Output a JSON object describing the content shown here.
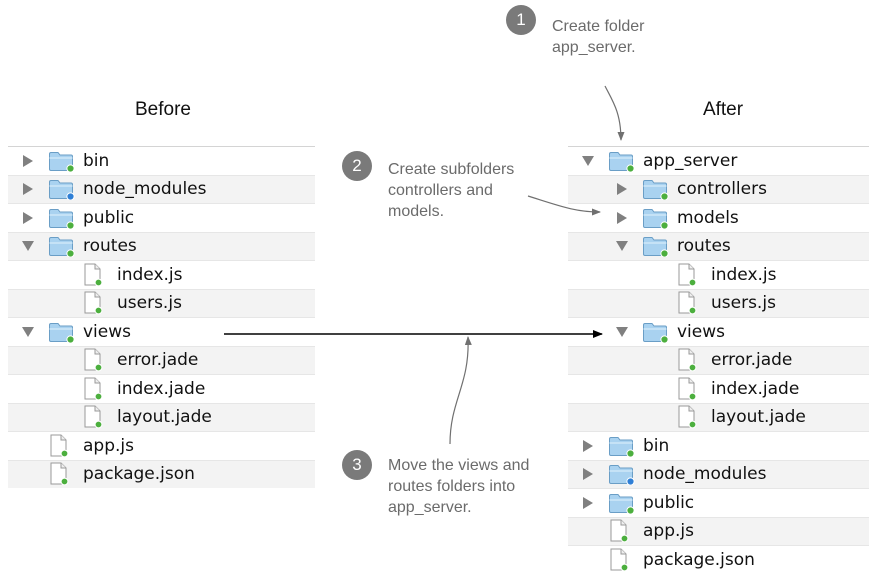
{
  "headings": {
    "before": "Before",
    "after": "After"
  },
  "steps": [
    {
      "number": "1",
      "text": "Create folder app_server."
    },
    {
      "number": "2",
      "text": "Create subfolders controllers and models."
    },
    {
      "number": "3",
      "text": "Move the views and routes folders into app_server."
    }
  ],
  "before_tree": [
    {
      "label": "bin",
      "type": "folder",
      "level": 0,
      "toggle": "collapsed"
    },
    {
      "label": "node_modules",
      "type": "folder-blue-badge",
      "level": 0,
      "toggle": "collapsed"
    },
    {
      "label": "public",
      "type": "folder",
      "level": 0,
      "toggle": "collapsed"
    },
    {
      "label": "routes",
      "type": "folder",
      "level": 0,
      "toggle": "expanded"
    },
    {
      "label": "index.js",
      "type": "file",
      "level": 1,
      "toggle": "none"
    },
    {
      "label": "users.js",
      "type": "file",
      "level": 1,
      "toggle": "none"
    },
    {
      "label": "views",
      "type": "folder",
      "level": 0,
      "toggle": "expanded"
    },
    {
      "label": "error.jade",
      "type": "file",
      "level": 1,
      "toggle": "none"
    },
    {
      "label": "index.jade",
      "type": "file",
      "level": 1,
      "toggle": "none"
    },
    {
      "label": "layout.jade",
      "type": "file",
      "level": 1,
      "toggle": "none"
    },
    {
      "label": "app.js",
      "type": "file",
      "level": 0,
      "toggle": "none"
    },
    {
      "label": "package.json",
      "type": "file",
      "level": 0,
      "toggle": "none"
    }
  ],
  "after_tree": [
    {
      "label": "app_server",
      "type": "folder",
      "level": 0,
      "toggle": "expanded"
    },
    {
      "label": "controllers",
      "type": "folder",
      "level": 1,
      "toggle": "collapsed"
    },
    {
      "label": "models",
      "type": "folder",
      "level": 1,
      "toggle": "collapsed"
    },
    {
      "label": "routes",
      "type": "folder",
      "level": 1,
      "toggle": "expanded"
    },
    {
      "label": "index.js",
      "type": "file",
      "level": 2,
      "toggle": "none"
    },
    {
      "label": "users.js",
      "type": "file",
      "level": 2,
      "toggle": "none"
    },
    {
      "label": "views",
      "type": "folder",
      "level": 1,
      "toggle": "expanded"
    },
    {
      "label": "error.jade",
      "type": "file",
      "level": 2,
      "toggle": "none"
    },
    {
      "label": "index.jade",
      "type": "file",
      "level": 2,
      "toggle": "none"
    },
    {
      "label": "layout.jade",
      "type": "file",
      "level": 2,
      "toggle": "none"
    },
    {
      "label": "bin",
      "type": "folder",
      "level": 0,
      "toggle": "collapsed"
    },
    {
      "label": "node_modules",
      "type": "folder-blue-badge",
      "level": 0,
      "toggle": "collapsed"
    },
    {
      "label": "public",
      "type": "folder",
      "level": 0,
      "toggle": "collapsed"
    },
    {
      "label": "app.js",
      "type": "file",
      "level": 0,
      "toggle": "none"
    },
    {
      "label": "package.json",
      "type": "file",
      "level": 0,
      "toggle": "none"
    }
  ],
  "colors": {
    "folder_fill": "#a9d2f0",
    "folder_stroke": "#6a9ec6",
    "badge_green": "#4caf3e",
    "badge_blue": "#2f7fd6",
    "step_badge": "#7a7a7a",
    "note_text": "#6b6b6b"
  }
}
